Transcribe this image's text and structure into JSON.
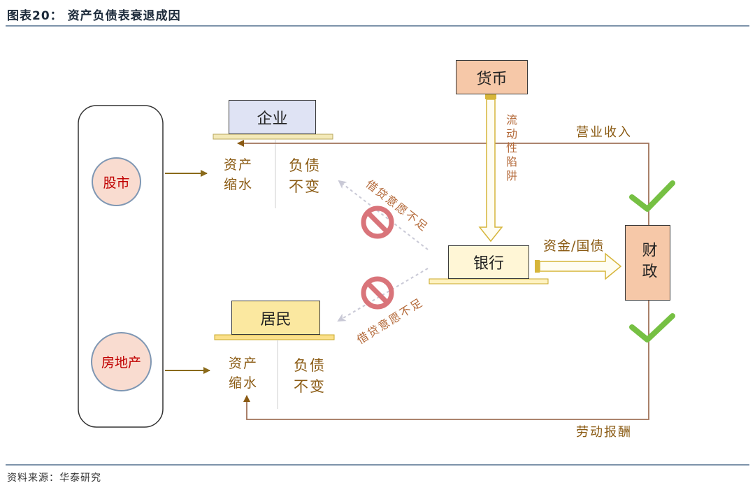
{
  "header": {
    "title": "图表20：  资产负债表衰退成因"
  },
  "footer": {
    "source": "资料来源：华泰研究"
  },
  "nodes": {
    "enterprise": "企业",
    "household": "居民",
    "bank": "银行",
    "currency": "货币",
    "fiscal": "财政",
    "stock_market": "股市",
    "real_estate": "房地产"
  },
  "labels": {
    "enterprise_assets": "资产\n缩水",
    "enterprise_liabilities": "负债\n不变",
    "household_assets": "资产\n缩水",
    "household_liabilities": "负债\n不变",
    "liquidity_trap": "流动性陷阱",
    "borrow_unwilling_top": "借贷意愿不足",
    "borrow_unwilling_bottom": "借贷意愿不足",
    "funds_bonds": "资金/国债",
    "operating_income": "营业收入",
    "labor_compensation": "劳动报酬"
  },
  "colors": {
    "enterprise_fill": "#dfe3f4",
    "household_fill": "#fbe8a0",
    "bank_fill": "#fff6d6",
    "currency_fill": "#f6c8a8",
    "fiscal_fill": "#f6c8a8",
    "arrow_brown": "#8a6a1a",
    "flow_line": "#a0735a",
    "check_green": "#76c043",
    "prohibit_red": "#d9747a"
  }
}
